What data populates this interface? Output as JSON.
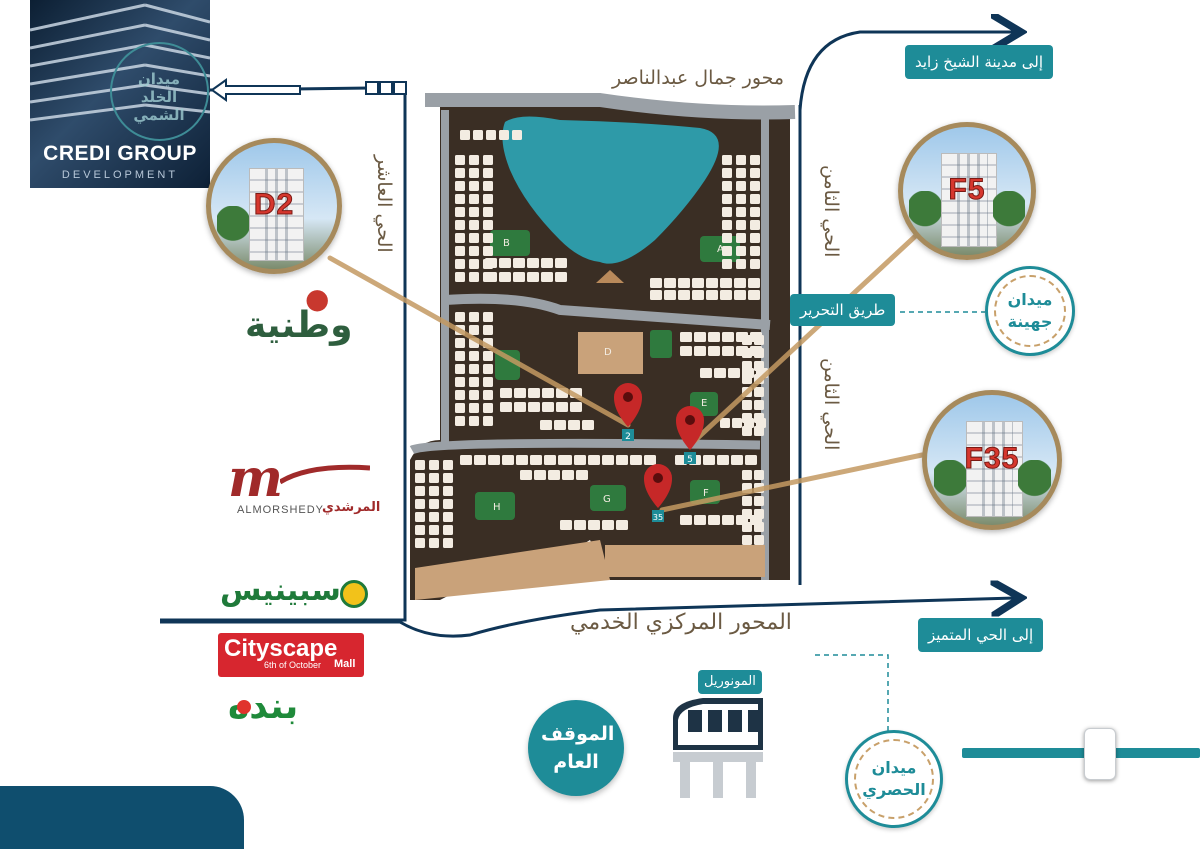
{
  "logo": {
    "brand": "CREDI GROUP",
    "sub": "DEVELOPMENT",
    "watermark": "ميدان الخلد الشمي"
  },
  "roads": {
    "top_axis": "محور جمال عبدالناصر",
    "left_district": "الحي العاشر",
    "right_district_top": "الحي الثامن",
    "right_district_bottom": "الحي الثامن",
    "central_axis": "المحور المركزي الخدمي"
  },
  "tags": {
    "sheikh_zayed": "إلى مدينة الشيخ زايد",
    "tahrir": "طريق التحرير",
    "elite_district": "إلى الحي المتميز",
    "monorail": "المونوريل"
  },
  "circles": {
    "juhayna": "ميدان جهينة",
    "hosary": "ميدان الحصري",
    "bus_station": "الموقف العام"
  },
  "units": [
    {
      "code": "D2",
      "pin_label": "2"
    },
    {
      "code": "F5",
      "pin_label": "5"
    },
    {
      "code": "F35",
      "pin_label": "35"
    }
  ],
  "zones": [
    "A",
    "B",
    "D",
    "E",
    "F",
    "G",
    "H"
  ],
  "brands": {
    "wataniya": "وطنية",
    "almorshedy_en": "ALMORSHEDY",
    "almorshedy_ar": "المرشدي",
    "spinneys": "سبينيس",
    "cityscape": "Cityscape",
    "cityscape_sub": "6th of October",
    "cityscape_mall": "Mall",
    "panda": "بنده"
  },
  "colors": {
    "teal": "#1e8c98",
    "navy": "#0f3557",
    "tan": "#a68a5c",
    "map_dark": "#3a2e24",
    "lake": "#2e9aa8",
    "green": "#2f7a3e",
    "pin_red": "#c62828"
  }
}
